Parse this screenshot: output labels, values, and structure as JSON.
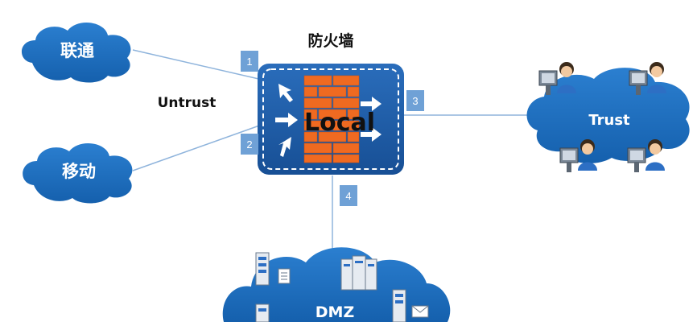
{
  "firewall": {
    "title": "防火墙",
    "zone": "Local"
  },
  "zones": {
    "isp1": "联通",
    "isp2": "移动",
    "untrust": "Untrust",
    "trust": "Trust",
    "dmz": "DMZ"
  },
  "links": [
    "1",
    "2",
    "3",
    "4"
  ],
  "colors": {
    "cloud": "#1d6bb8",
    "firewall_box": "#1f5fa8",
    "brick": "#ef6a21",
    "link_label": "#6fa1d6",
    "line": "#8fb4dc"
  }
}
